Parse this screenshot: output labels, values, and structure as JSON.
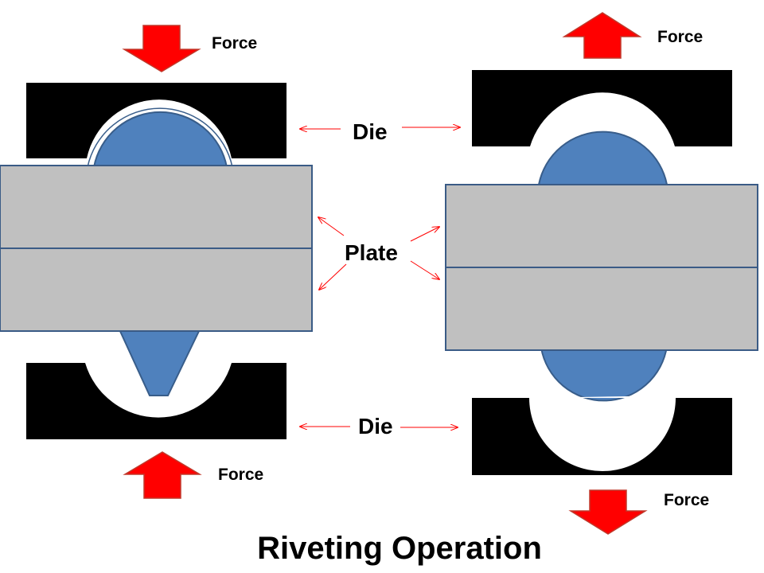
{
  "title": "Riveting Operation",
  "labels": {
    "force": "Force",
    "die": "Die",
    "plate": "Plate"
  },
  "colors": {
    "die": "#000000",
    "plate_fill": "#c0c0c0",
    "plate_stroke": "#3a5b86",
    "rivet_fill": "#4f81bd",
    "rivet_stroke": "#385d8a",
    "force_arrow": "#ff0000",
    "force_arrow_stroke": "#c0392b",
    "pointer": "#ff0000"
  },
  "icons": {
    "force_down": "red-down-arrow-icon",
    "force_up": "red-up-arrow-icon"
  }
}
